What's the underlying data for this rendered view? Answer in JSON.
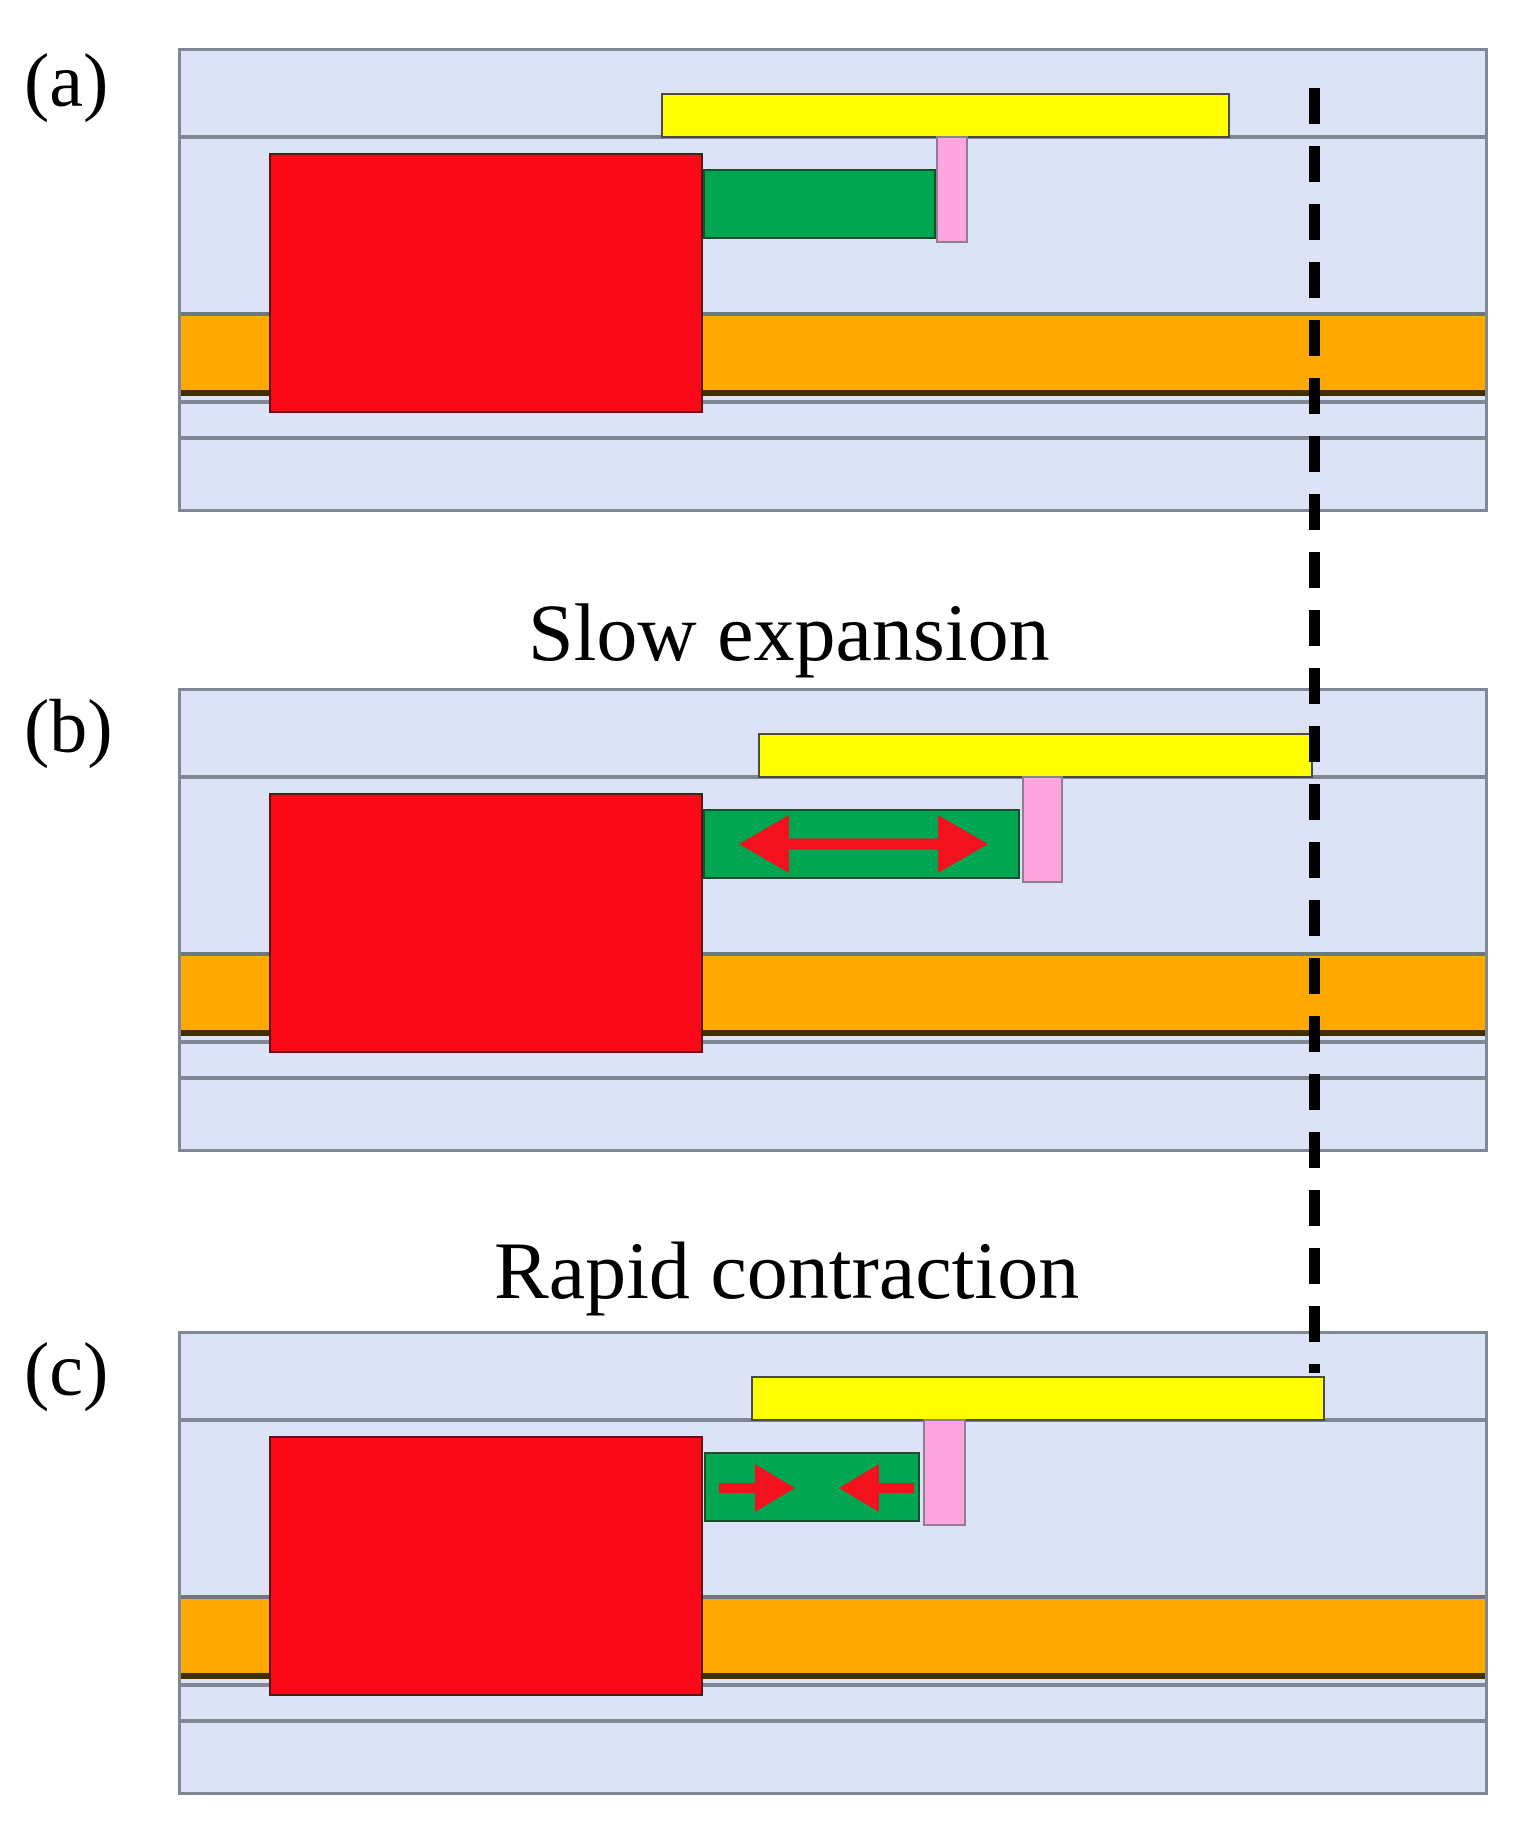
{
  "figure": {
    "panels": [
      {
        "label": "(a)"
      },
      {
        "label": "(b)"
      },
      {
        "label": "(c)"
      }
    ],
    "captions": [
      {
        "text": "Slow expansion"
      },
      {
        "text": "Rapid contraction"
      }
    ]
  },
  "colors": {
    "background": "#ffffff",
    "layer_fill": "#dce3f7",
    "layer_border": "#7f8795",
    "yellow_bar": "#ffff00",
    "red_block": "#fa0a18",
    "green_bar": "#00a651",
    "pink_bar": "#fca5de",
    "orange_layer": "#ffa800",
    "orange_dark_edge": "#3f3000",
    "dashed_line": "#000000",
    "arrow": "#f2111c",
    "block_border": "#4a4a4a"
  }
}
